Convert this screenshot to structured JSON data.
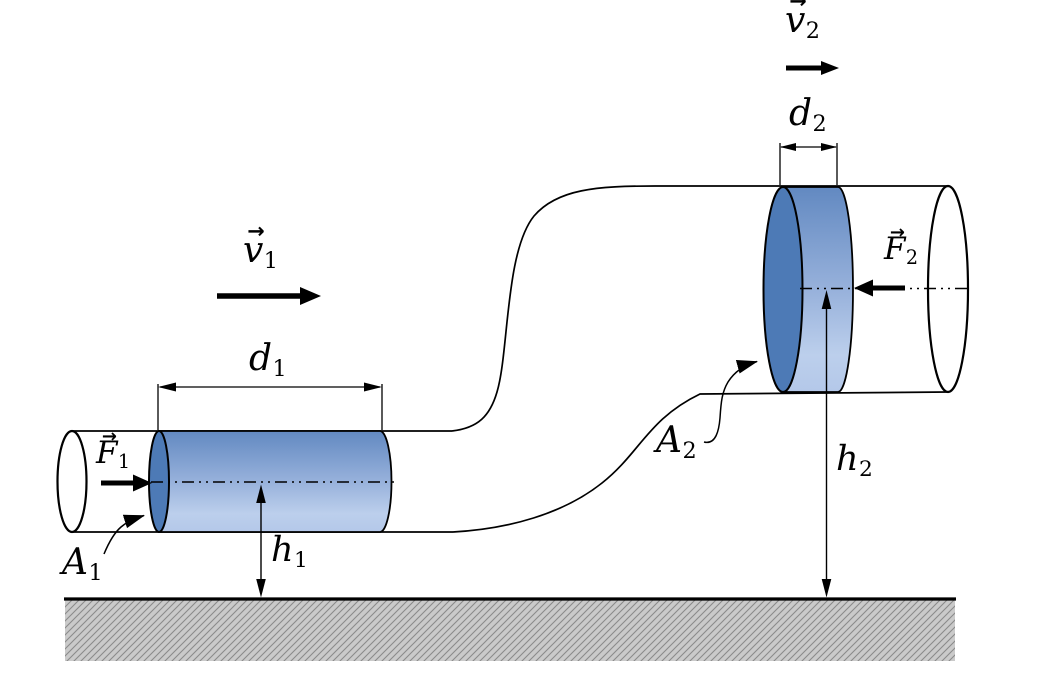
{
  "labels": {
    "v1": {
      "base": "v",
      "sub": "1",
      "vec": "→"
    },
    "v2": {
      "base": "v",
      "sub": "2",
      "vec": "→"
    },
    "d1": {
      "base": "d",
      "sub": "1"
    },
    "d2": {
      "base": "d",
      "sub": "2"
    },
    "F1": {
      "base": "F",
      "sub": "1",
      "vec": "→"
    },
    "F2": {
      "base": "F",
      "sub": "2",
      "vec": "→"
    },
    "A1": {
      "base": "A",
      "sub": "1"
    },
    "A2": {
      "base": "A",
      "sub": "2"
    },
    "h1": {
      "base": "h",
      "sub": "1"
    },
    "h2": {
      "base": "h",
      "sub": "2"
    }
  },
  "colors": {
    "outline": "#000000",
    "fluid_cap": "#4d7ab6",
    "fluid_body_top": "#6289c1",
    "fluid_body_bottom": "#bccfec",
    "ground_fill": "#cacaca",
    "ground_hatch": "#8b8b8b",
    "background": "#ffffff"
  }
}
